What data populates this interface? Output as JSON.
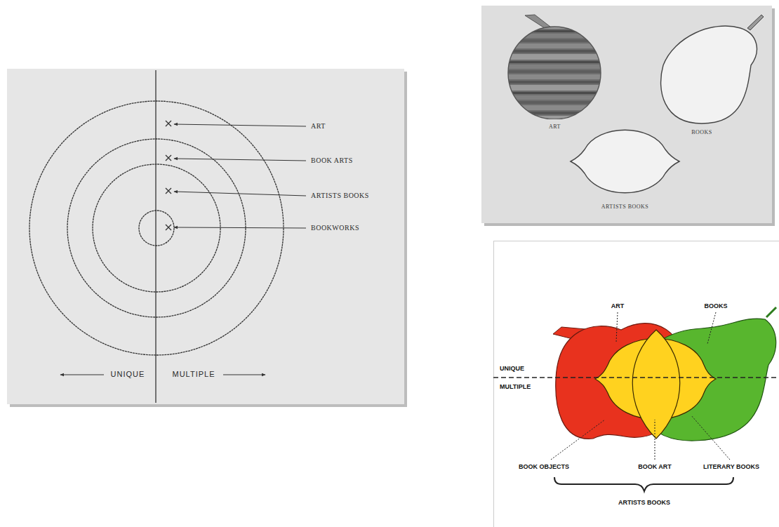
{
  "diagram": {
    "nodes": [
      {
        "text": [
          "ART"
        ]
      },
      {
        "text": [
          "BOOKS"
        ]
      },
      {
        "text": [
          "ARTISTS BOOKS"
        ]
      }
    ],
    "labels": [
      "ART",
      "BOOK ARTS",
      "ARTISTS BOOKS",
      "BOOKWORKS",
      "UNIQUE",
      "MULTIPLE",
      "ART",
      "BOOKS",
      "UNIQUE",
      "MULTIPLE",
      "BOOK OBJECTS",
      "BOOK ART",
      "LITERARY BOOKS",
      "ARTISTS BOOKS"
    ]
  }
}
